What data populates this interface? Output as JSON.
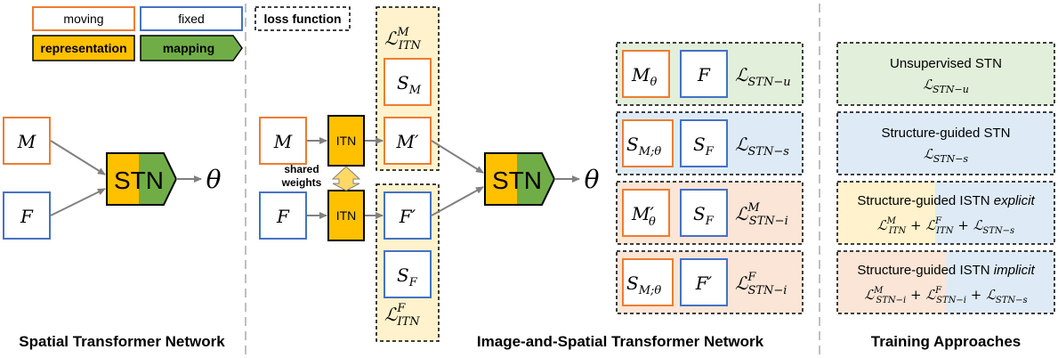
{
  "legend": {
    "moving": "moving",
    "fixed": "fixed",
    "representation": "representation",
    "mapping": "mapping",
    "loss_function": "loss function"
  },
  "sections": {
    "left": "Spatial Transformer Network",
    "middle": "Image-and-Spatial Transformer Network",
    "right": "Training Approaches"
  },
  "stn": {
    "moving_input": "M",
    "fixed_input": "F",
    "block": "STN",
    "output": "θ"
  },
  "istn": {
    "moving_input": "M",
    "fixed_input": "F",
    "itn_label": "ITN",
    "shared_weights": [
      "shared",
      "weights"
    ],
    "moving_output": "M′",
    "fixed_output": "F′",
    "seg_moving": "S",
    "seg_moving_sub": "M",
    "seg_fixed": "S",
    "seg_fixed_sub": "F",
    "loss_itn_moving": {
      "base": "ℒ",
      "sup": "M",
      "sub": "ITN"
    },
    "loss_itn_fixed": {
      "base": "ℒ",
      "sup": "F",
      "sub": "ITN"
    },
    "stn_block": "STN",
    "output": "θ"
  },
  "loss_rows": [
    {
      "left": {
        "base": "M",
        "sub": "θ",
        "prime": false
      },
      "right": {
        "base": "F",
        "sub": "",
        "prime": false
      },
      "loss": {
        "base": "ℒ",
        "sup": "",
        "sub": "STN−u"
      },
      "bg": "green"
    },
    {
      "left": {
        "base": "S",
        "sub": "M;θ",
        "prime": false
      },
      "right": {
        "base": "S",
        "sub": "F",
        "prime": false
      },
      "loss": {
        "base": "ℒ",
        "sup": "",
        "sub": "STN−s"
      },
      "bg": "blue"
    },
    {
      "left": {
        "base": "M",
        "sub": "θ",
        "prime": true
      },
      "right": {
        "base": "S",
        "sub": "F",
        "prime": false
      },
      "loss": {
        "base": "ℒ",
        "sup": "M",
        "sub": "STN−i"
      },
      "bg": "orange"
    },
    {
      "left": {
        "base": "S",
        "sub": "M;θ",
        "prime": false
      },
      "right": {
        "base": "F",
        "sub": "",
        "prime": true
      },
      "loss": {
        "base": "ℒ",
        "sup": "F",
        "sub": "STN−i"
      },
      "bg": "orange"
    }
  ],
  "training": [
    {
      "title": "Unsupervised STN",
      "title_italic": "",
      "formula": "ℒ_STN−u",
      "bg": "green"
    },
    {
      "title": "Structure-guided STN",
      "title_italic": "",
      "formula": "ℒ_STN−s",
      "bg": "blue"
    },
    {
      "title": "Structure-guided ISTN ",
      "title_italic": "explicit",
      "formula": "ℒ^M_ITN + ℒ^F_ITN + ℒ_STN−s",
      "bg": "yellow-blue"
    },
    {
      "title": "Structure-guided ISTN ",
      "title_italic": "implicit",
      "formula": "ℒ^M_STN−i + ℒ^F_STN−i + ℒ_STN−s",
      "bg": "orange-blue"
    }
  ],
  "colors": {
    "moving": "#ED7D31",
    "fixed": "#4472C4",
    "representation": "#FFC000",
    "mapping": "#70AD47",
    "arrow": "#808080",
    "loss_bg_yellow": "#FFF2CC",
    "loss_bg_green": "#E2EFDA",
    "loss_bg_blue": "#DEEBF7",
    "loss_bg_orange": "#FBE5D6",
    "divider": "#BFBFBF"
  }
}
